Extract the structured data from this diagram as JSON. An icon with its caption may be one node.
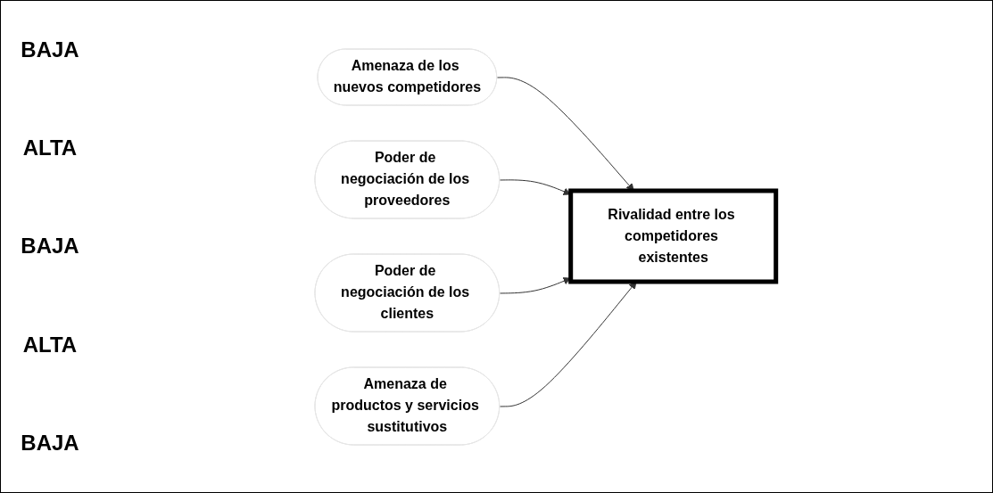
{
  "diagram": {
    "nodes": [
      {
        "text": [
          "Amenaza de los nuevos competidores"
        ]
      },
      {
        "text": [
          "Poder de negociación de los proveedores"
        ]
      },
      {
        "text": [
          "Rivalidad entre los competidores existentes"
        ]
      },
      {
        "text": [
          "Poder de negociación de los clientes"
        ]
      },
      {
        "text": [
          "Amenaza de productos y servicios sustitutivos"
        ]
      }
    ],
    "edges": [
      {
        "from": 0,
        "to": 2,
        "arrow": "to"
      },
      {
        "from": 1,
        "to": 2,
        "arrow": "to"
      },
      {
        "from": 3,
        "to": 2,
        "arrow": "to"
      },
      {
        "from": 4,
        "to": 2,
        "arrow": "to"
      }
    ],
    "labels": [
      "BAJA",
      "ALTA",
      "BAJA",
      "ALTA",
      "BAJA"
    ]
  }
}
